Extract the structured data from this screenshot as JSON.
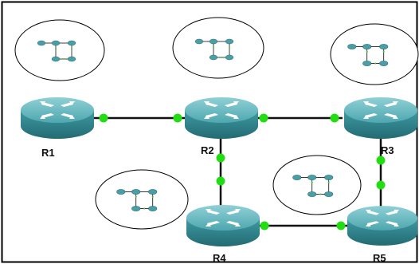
{
  "diagram": {
    "routers": [
      {
        "id": "R1",
        "label": "R1"
      },
      {
        "id": "R2",
        "label": "R2"
      },
      {
        "id": "R3",
        "label": "R3"
      },
      {
        "id": "R4",
        "label": "R4"
      },
      {
        "id": "R5",
        "label": "R5"
      }
    ],
    "links": [
      {
        "from": "R1",
        "to": "R2"
      },
      {
        "from": "R2",
        "to": "R3"
      },
      {
        "from": "R2",
        "to": "R4"
      },
      {
        "from": "R3",
        "to": "R5"
      },
      {
        "from": "R4",
        "to": "R5"
      }
    ],
    "colors": {
      "link_dot": "#22dd11",
      "router_body": "#3a8f98",
      "router_top": "#5fb6be",
      "link_line": "#111111"
    }
  }
}
